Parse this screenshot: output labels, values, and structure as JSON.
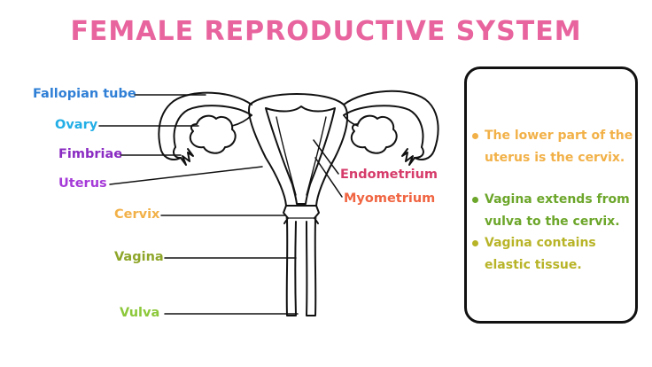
{
  "title": "FEMALE REPRODUCTIVE SYSTEM",
  "labels": {
    "fallopian_tube": "Fallopian tube",
    "ovary": "Ovary",
    "fimbriae": "Fimbriae",
    "uterus": "Uterus",
    "cervix": "Cervix",
    "vagina": "Vagina",
    "vulva": "Vulva",
    "endometrium": "Endometrium",
    "myometrium": "Myometrium"
  },
  "notes": [
    "The lower part of the uterus is the cervix.",
    "Vagina extends from vulva to the cervix.",
    "Vagina contains elastic tissue."
  ],
  "colors": {
    "title": "#e8649e",
    "fallopian_tube": "#2f7fd6",
    "ovary": "#22aee6",
    "fimbriae": "#8a2bc2",
    "uterus": "#a53ad8",
    "cervix": "#f2b148",
    "vagina": "#8ea62a",
    "vulva": "#8cc83a",
    "endometrium": "#d63c6b",
    "myometrium": "#f06542",
    "note_1": "#f2b148",
    "note_2": "#6ca62a",
    "note_3": "#b8b428"
  }
}
